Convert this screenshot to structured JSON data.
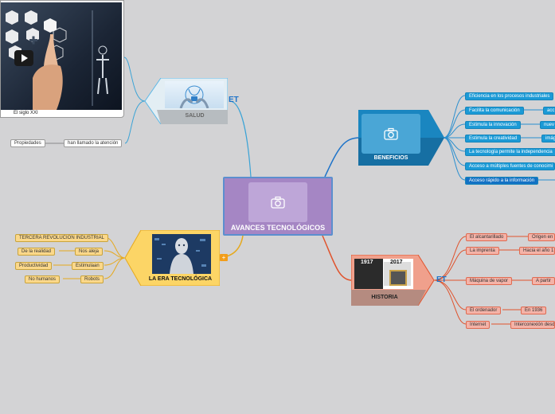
{
  "central": {
    "title": "AVANCES TECNOLÓGICOS"
  },
  "video": {
    "caption": "El siglo XXI"
  },
  "salud": {
    "title": "SALUD",
    "et": "ET",
    "chain": [
      "han llamado la atención",
      "Propiedades"
    ]
  },
  "beneficios": {
    "title": "BENEFICIOS",
    "items": [
      {
        "text": "Eficiencia en los procesos industriales",
        "sub": ""
      },
      {
        "text": "Facilita la comunicación",
        "sub": "acc"
      },
      {
        "text": "Estimula la innovación",
        "sub": "nuev"
      },
      {
        "text": "Estimula la creatividad",
        "sub": "imág"
      },
      {
        "text": "La tecnología permite la independencia",
        "sub": ""
      },
      {
        "text": "Acceso a múltiples fuentes de conocimi",
        "sub": ""
      },
      {
        "text": "Acceso rápido a la información",
        "sub": ""
      }
    ]
  },
  "historia": {
    "title": "HISTORIA",
    "et": "ET",
    "img_years": [
      "1917",
      "2017"
    ],
    "items": [
      {
        "text": "El alcantarillado",
        "sub": "Origen en"
      },
      {
        "text": "La imprenta",
        "sub": "Hacia el año 1"
      },
      {
        "text": "Máquina de vapor",
        "sub": "A partir"
      },
      {
        "text": "El ordenador",
        "sub": "En 1936"
      },
      {
        "text": "Internet",
        "sub": "Interconexión desd"
      }
    ]
  },
  "era": {
    "title": "LA ERA TECNOLÓGICA",
    "badge": "+",
    "items": [
      {
        "text": "TERCERA REVOLUCIÓN INDUSTRIAL",
        "sub": ""
      },
      {
        "text": "Nos aleja",
        "sub": "De la realidad"
      },
      {
        "text": "Estimulaan",
        "sub": "Productividad"
      },
      {
        "text": "Robots",
        "sub": "No humanos"
      }
    ]
  },
  "colors": {
    "central": "#a786c6",
    "beneficios": "#1a86c0",
    "historia": "#f09a86",
    "era": "#fbd360",
    "salud": "#dcebf3",
    "link_blue": "#1f74c9",
    "link_red": "#e0532d",
    "link_yellow": "#e6a91d"
  },
  "icons": [
    "camera-icon",
    "play-icon"
  ]
}
